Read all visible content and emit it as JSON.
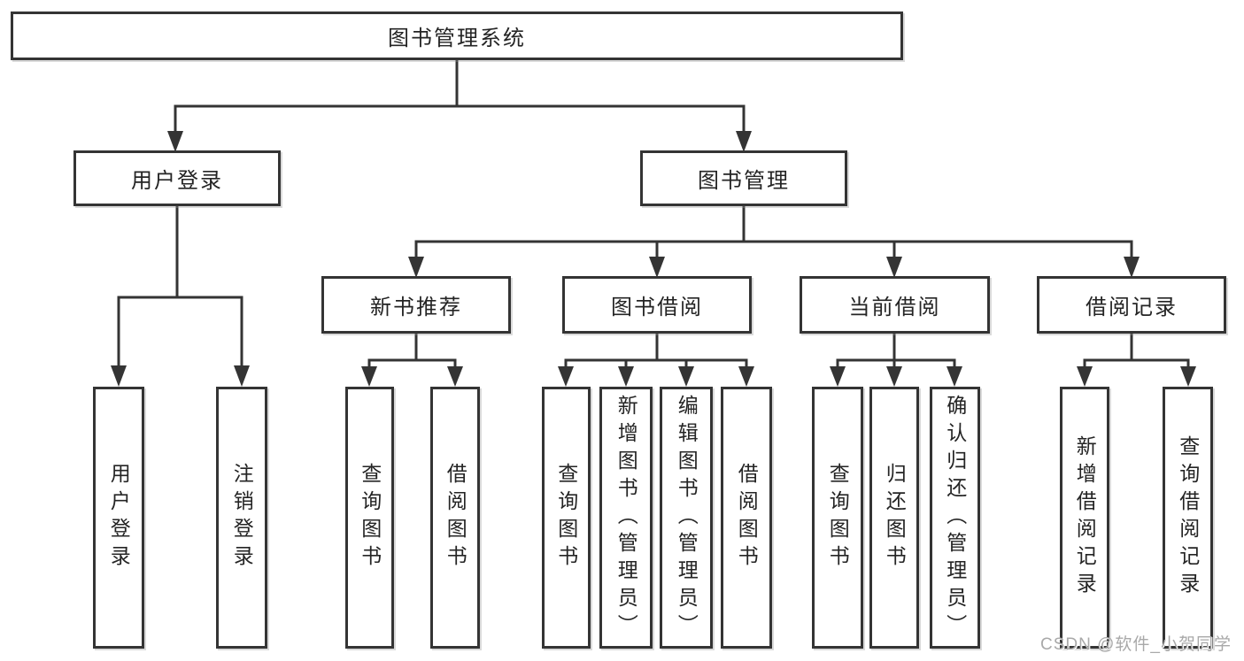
{
  "colors": {
    "line": "#343434",
    "border": "#343434",
    "text": "#242424",
    "background": "#ffffff",
    "watermark": "#a9a9a9"
  },
  "watermark": "CSDN @软件_小贺同学",
  "tree": {
    "root": "图书管理系统",
    "branches": [
      {
        "label": "用户登录",
        "leaves": [
          "用户登录",
          "注销登录"
        ]
      },
      {
        "label": "图书管理",
        "children": [
          {
            "label": "新书推荐",
            "leaves": [
              "查询图书",
              "借阅图书"
            ]
          },
          {
            "label": "图书借阅",
            "leaves": [
              "查询图书",
              "新增图书（管理员）",
              "编辑图书（管理员）",
              "借阅图书"
            ]
          },
          {
            "label": "当前借阅",
            "leaves": [
              "查询图书",
              "归还图书",
              "确认归还（管理员）"
            ]
          },
          {
            "label": "借阅记录",
            "leaves": [
              "新增借阅记录",
              "查询借阅记录"
            ]
          }
        ]
      }
    ]
  }
}
